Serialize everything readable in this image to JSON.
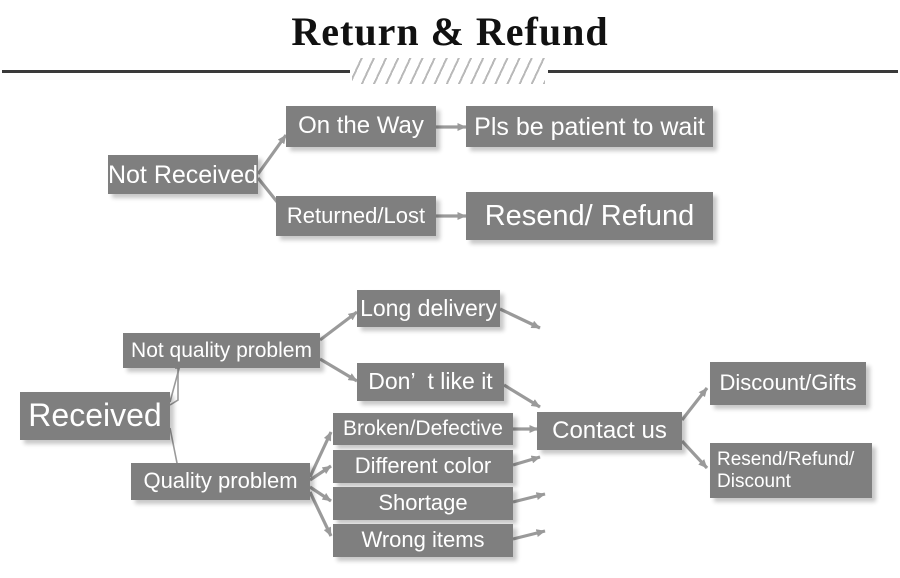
{
  "header": {
    "title": "Return & Refund",
    "divider_hatch": "diagonal-hatch-ornament"
  },
  "colors": {
    "box_fill": "#7f7f7f",
    "box_text": "#ffffff",
    "arrow": "#9a9a9a",
    "rule": "#3a3a3a",
    "hatch": "#b9b9b9",
    "background": "#ffffff"
  },
  "flow": {
    "not_received_branch": {
      "root": "Not Received",
      "nodes": [
        {
          "id": "on-the-way",
          "label": "On the Way"
        },
        {
          "id": "pls-be-patient",
          "label": "Pls be patient to wait"
        },
        {
          "id": "returned-lost",
          "label": "Returned/Lost"
        },
        {
          "id": "resend-refund",
          "label": "Resend/ Refund"
        }
      ]
    },
    "received_branch": {
      "root": "Received",
      "categories": [
        {
          "id": "not-quality-problem",
          "label": "Not quality problem"
        },
        {
          "id": "quality-problem",
          "label": "Quality problem"
        }
      ],
      "not_quality_items": [
        {
          "id": "long-delivery",
          "label": "Long delivery"
        },
        {
          "id": "dont-like-it",
          "label": "Don’  t like it"
        }
      ],
      "quality_items": [
        {
          "id": "broken-defective",
          "label": "Broken/Defective"
        },
        {
          "id": "different-color",
          "label": "Different color"
        },
        {
          "id": "shortage",
          "label": "Shortage"
        },
        {
          "id": "wrong-items",
          "label": "Wrong items"
        }
      ],
      "hub": {
        "id": "contact-us",
        "label": "Contact us"
      },
      "outcomes": [
        {
          "id": "discount-gifts",
          "label": "Discount/Gifts"
        },
        {
          "id": "resend-refund-discount",
          "label": "Resend/Refund/\nDiscount"
        }
      ]
    }
  }
}
